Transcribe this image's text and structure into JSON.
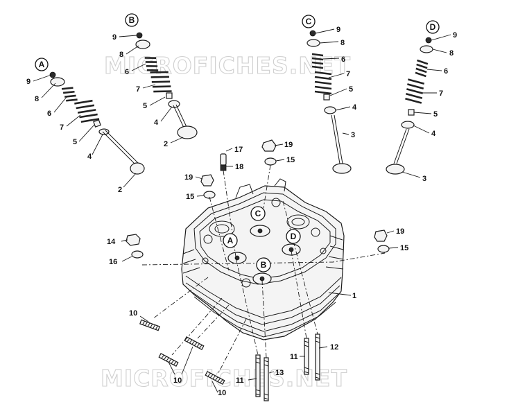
{
  "watermark": "MICROFICHES.NET",
  "groups": {
    "a": "A",
    "b": "B",
    "c": "C",
    "d": "D"
  },
  "callouts": {
    "n1": "1",
    "n2": "2",
    "n3": "3",
    "n4": "4",
    "n5": "5",
    "n6": "6",
    "n7": "7",
    "n8": "8",
    "n9": "9",
    "n10": "10",
    "n11": "11",
    "n12": "12",
    "n13": "13",
    "n14": "14",
    "n15": "15",
    "n16": "16",
    "n17": "17",
    "n18": "18",
    "n19": "19"
  }
}
